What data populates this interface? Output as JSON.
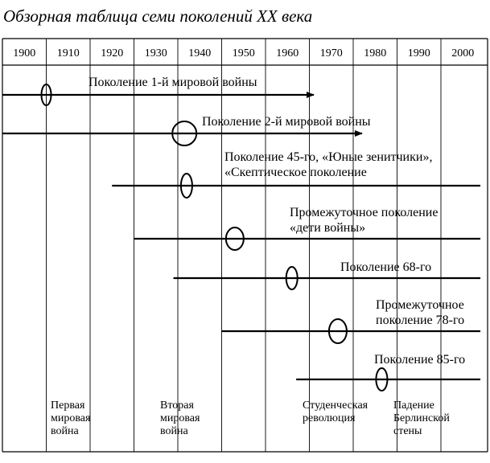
{
  "title": "Обзорная таблица семи поколений XX века",
  "years": [
    "1900",
    "1910",
    "1920",
    "1930",
    "1940",
    "1950",
    "1960",
    "1970",
    "1980",
    "1990",
    "2000"
  ],
  "generations": [
    {
      "start_year": 1900,
      "end_year": 1971,
      "arrow": true,
      "marker_year": 1910,
      "lines": [
        "Поколение 1-й мировой войны"
      ]
    },
    {
      "start_year": 1900,
      "end_year": 1982,
      "arrow": true,
      "marker_year": 1941.5,
      "lines": [
        "Поколение 2-й мировой войны"
      ]
    },
    {
      "start_year": 1925,
      "end_year": 2009,
      "arrow": false,
      "marker_year": 1942,
      "lines": [
        "Поколение 45-го, «Юные зенитчики»,",
        "«Скептическое поколение"
      ]
    },
    {
      "start_year": 1930,
      "end_year": 2009,
      "arrow": false,
      "marker_year": 1953,
      "lines": [
        "Промежуточное поколение",
        "«дети войны»"
      ]
    },
    {
      "start_year": 1939,
      "end_year": 2009,
      "arrow": false,
      "marker_year": 1966,
      "lines": [
        "Поколение 68-го"
      ]
    },
    {
      "start_year": 1950,
      "end_year": 2009,
      "arrow": false,
      "marker_year": 1976.5,
      "lines": [
        "Промежуточное",
        "поколение 78-го"
      ]
    },
    {
      "start_year": 1967,
      "end_year": 2009,
      "arrow": false,
      "marker_year": 1986.5,
      "lines": [
        "Поколение 85-го"
      ]
    }
  ],
  "events": [
    {
      "year": 1910,
      "lines": [
        "Первая",
        "мировая",
        "война"
      ]
    },
    {
      "year": 1935,
      "lines": [
        "Вторая",
        "мировая",
        "война"
      ]
    },
    {
      "year": 1967,
      "lines": [
        "Студенческая",
        "революция"
      ]
    },
    {
      "year": 1985,
      "lines": [
        "Падение",
        "Берлинской",
        "стены"
      ]
    }
  ]
}
